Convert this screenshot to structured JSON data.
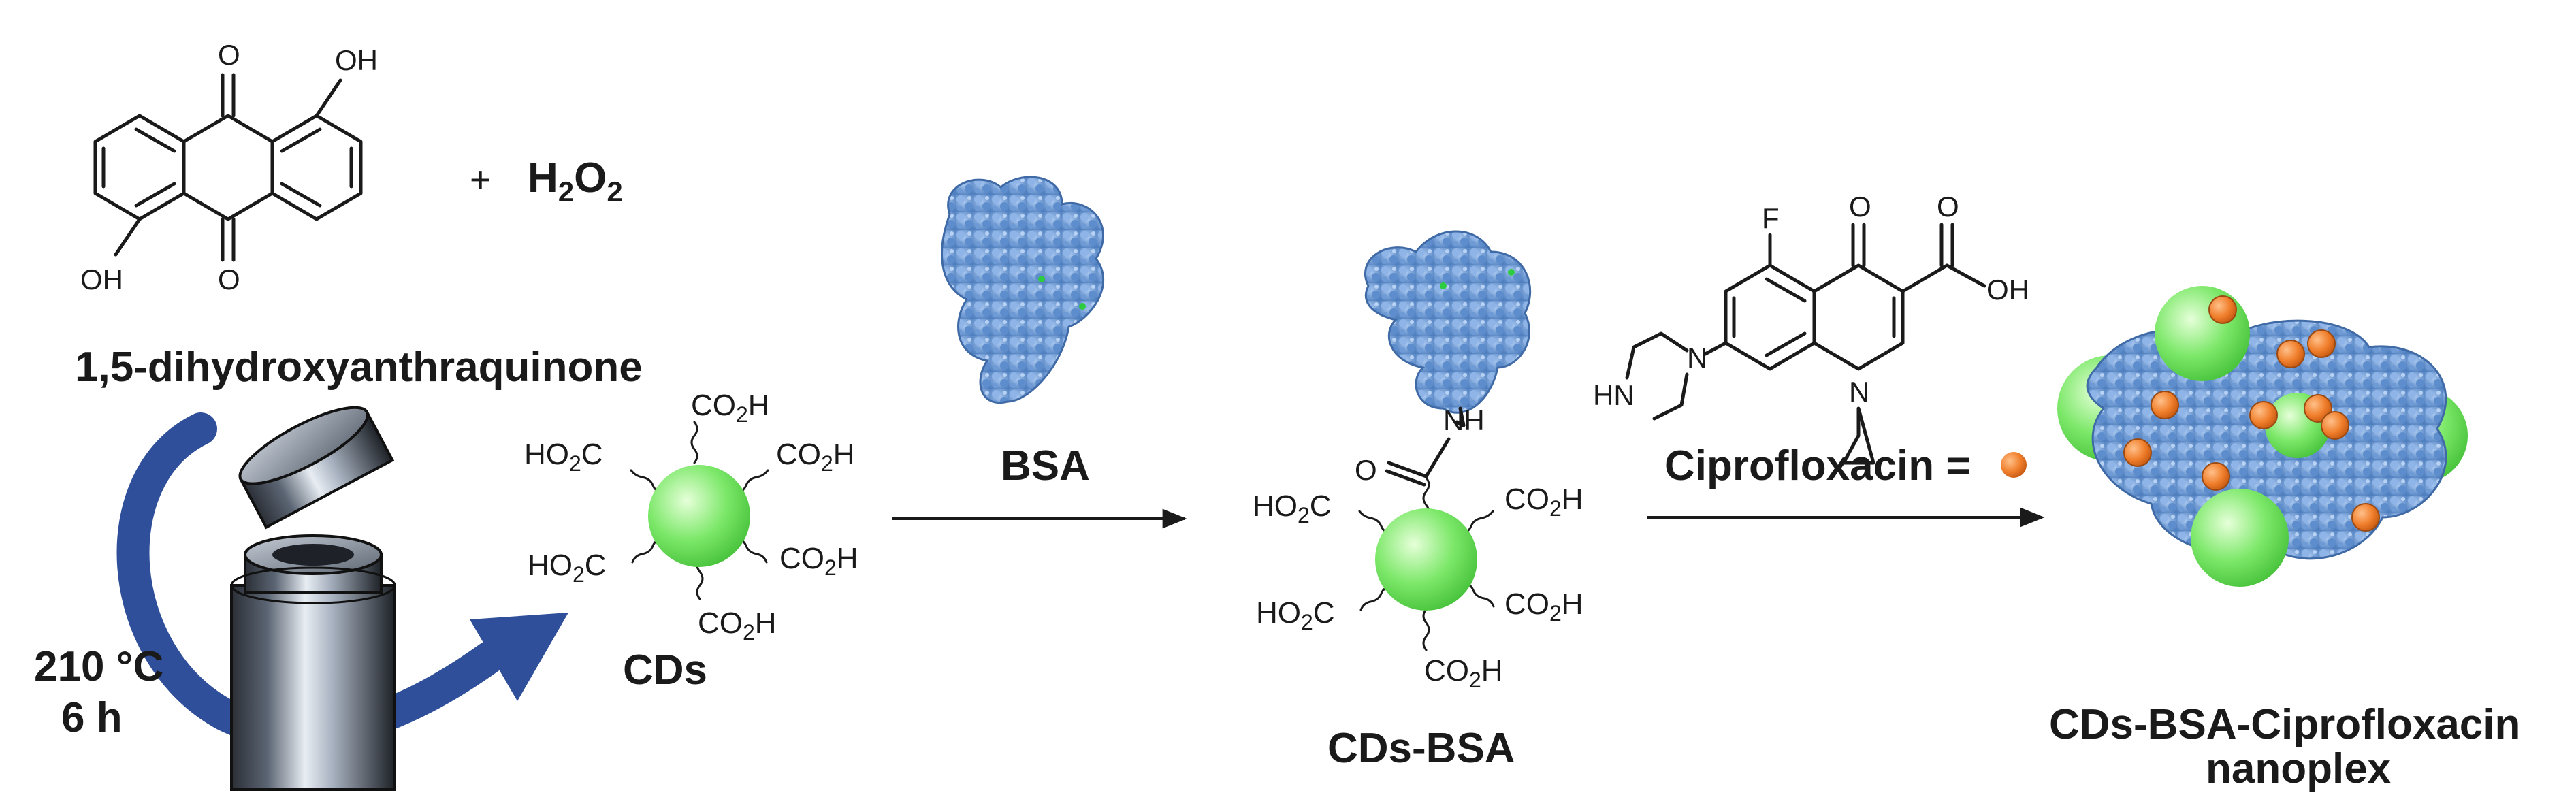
{
  "reactant": {
    "name": "1,5-dihydroxyanthraquinone",
    "plus": "+",
    "reagent_main": "H",
    "reagent_sub1": "2",
    "reagent_mid": "O",
    "reagent_sub2": "2",
    "atoms": {
      "oxygen": "O",
      "hydroxyl": "OH"
    }
  },
  "conditions": {
    "temperature": "210 °C",
    "time": "6 h"
  },
  "carbon_dot": {
    "label": "CDs",
    "group_text": "CO",
    "group_sub": "2",
    "group_h": "H",
    "group_ho": "HO",
    "color": "#7de86a"
  },
  "protein": {
    "label": "BSA",
    "color": "#6f9fd8"
  },
  "conjugate": {
    "label": "CDs-BSA",
    "amide_o": "O",
    "amide_nh": "NH"
  },
  "drug": {
    "label": "Ciprofloxacin =",
    "atoms": {
      "f": "F",
      "o": "O",
      "oh": "OH",
      "n": "N",
      "hn": "HN"
    },
    "dot_color": "#f07f2c"
  },
  "product": {
    "label_line1": "CDs-BSA-Ciprofloxacin",
    "label_line2": "nanoplex"
  },
  "colors": {
    "curved_arrow": "#2f4f9a",
    "reactor_metal": "#8a96a6"
  }
}
